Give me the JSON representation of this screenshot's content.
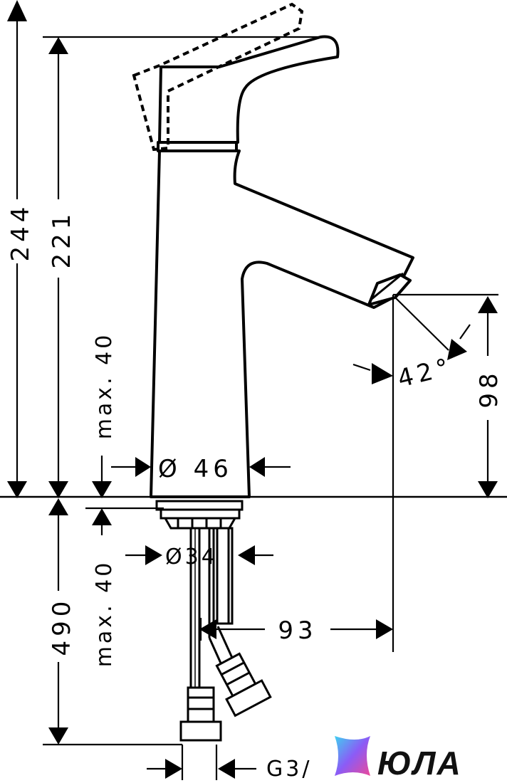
{
  "drawing": {
    "dimensions": {
      "overall_height": "244",
      "spout_height": "221",
      "handle_clearance": "max. 40",
      "body_diameter": "Ø 46",
      "spout_outlet_height": "98",
      "spray_angle": "42°",
      "mount_hole_diameter": "Ø34",
      "deck_thickness": "max. 40",
      "hose_length": "490",
      "spout_reach": "93",
      "connection_thread": "G3/"
    }
  },
  "watermark": {
    "brand_text": "ЮЛА",
    "colors": {
      "logo_gradient_start": "#3fd0f0",
      "logo_gradient_mid": "#8b5cf6",
      "logo_gradient_end": "#ec4899"
    }
  }
}
